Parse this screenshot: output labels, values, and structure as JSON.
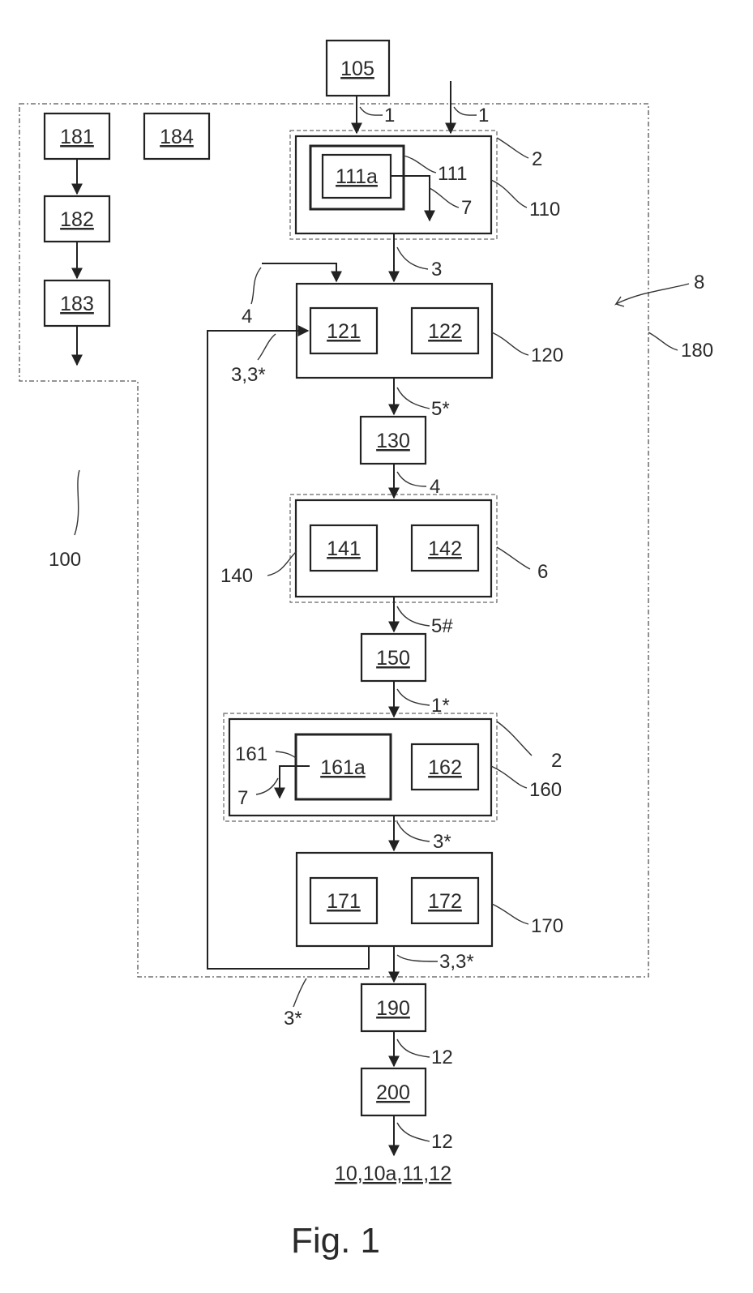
{
  "figure": {
    "caption": "Fig. 1",
    "output_label": "10,10a,11,12"
  },
  "boxes": {
    "b105": "105",
    "b181": "181",
    "b182": "182",
    "b183": "183",
    "b184": "184",
    "b111a": "111a",
    "b121": "121",
    "b122": "122",
    "b130": "130",
    "b141": "141",
    "b142": "142",
    "b150": "150",
    "b161a": "161a",
    "b162": "162",
    "b171": "171",
    "b172": "172",
    "b190": "190",
    "b200": "200"
  },
  "refs": {
    "r1a": "1",
    "r1b": "1",
    "r2a": "2",
    "r111": "111",
    "r7a": "7",
    "r110": "110",
    "r3": "3",
    "r4a": "4",
    "r33a": "3,3*",
    "r8": "8",
    "r120": "120",
    "r180": "180",
    "r5s": "5*",
    "r4b": "4",
    "r100": "100",
    "r140": "140",
    "r6": "6",
    "r5h": "5#",
    "r1s": "1*",
    "r161": "161",
    "r2b": "2",
    "r7b": "7",
    "r160": "160",
    "r3s": "3*",
    "r170": "170",
    "r33b": "3,3*",
    "r3sb": "3*",
    "r12a": "12",
    "r12b": "12"
  }
}
